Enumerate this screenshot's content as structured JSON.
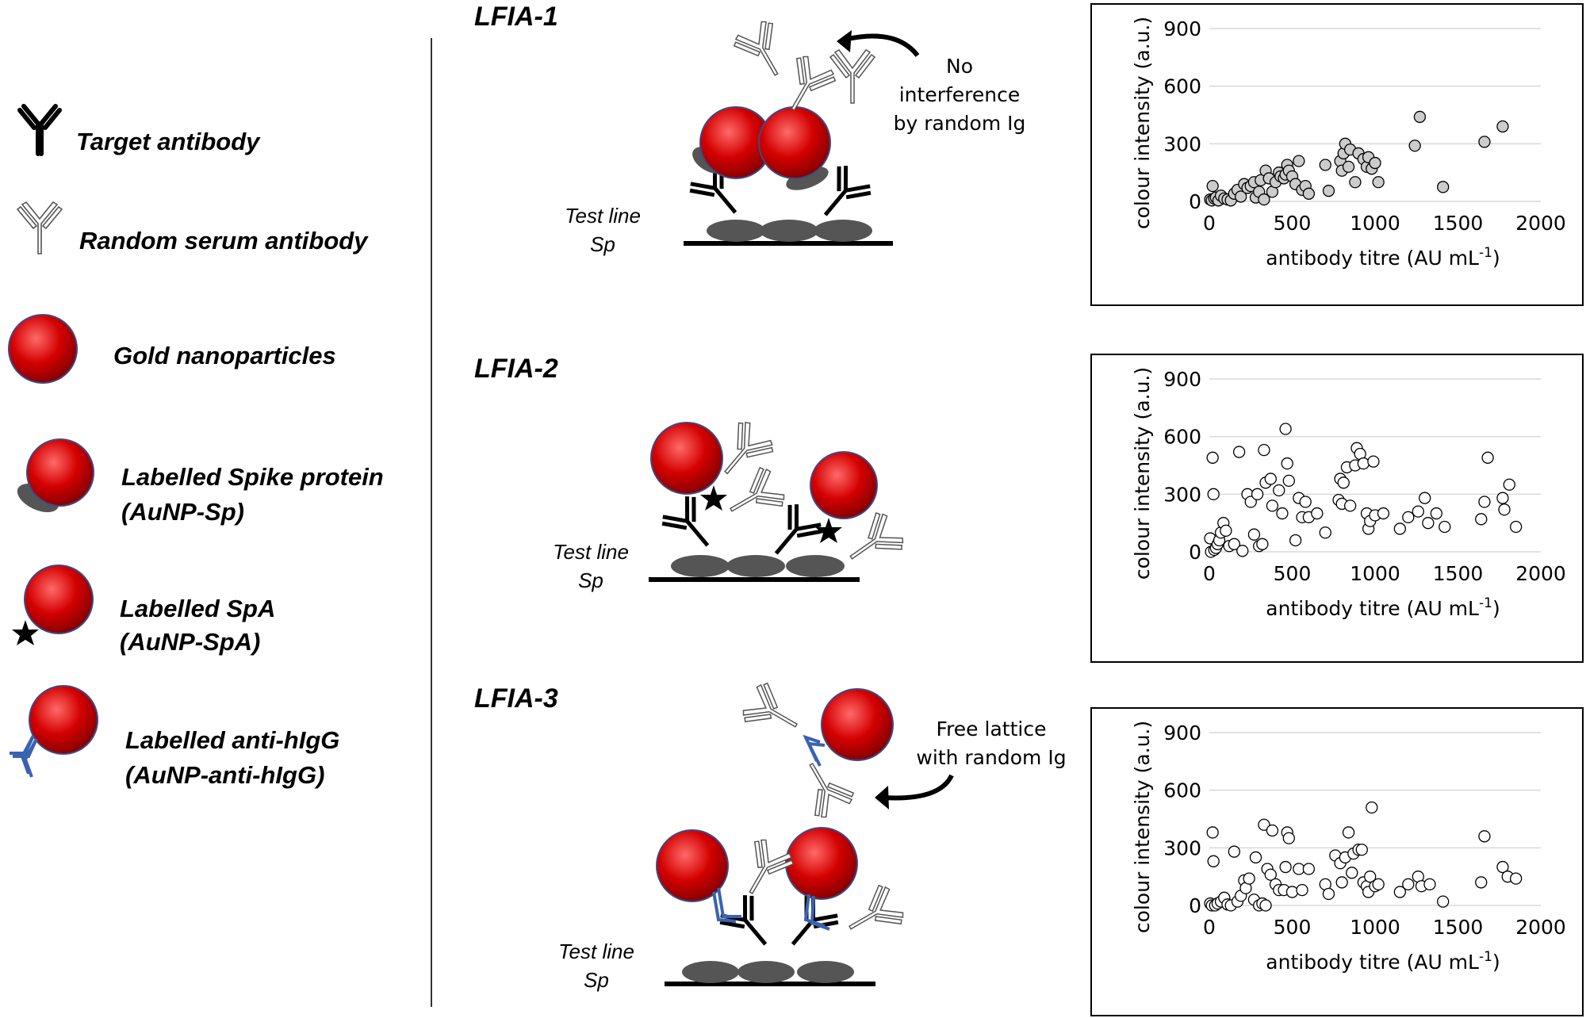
{
  "legend": {
    "items": [
      {
        "label": "Target antibody"
      },
      {
        "label": "Random serum antibody"
      },
      {
        "label": "Gold nanoparticles"
      },
      {
        "label": "Labelled Spike protein",
        "label2": "(AuNP-Sp)"
      },
      {
        "label": "Labelled SpA",
        "label2": "(AuNP-SpA)"
      },
      {
        "label": "Labelled anti-hIgG",
        "label2": "(AuNP-anti-hIgG)"
      }
    ]
  },
  "panels": [
    {
      "title": "LFIA-1",
      "testline": [
        "Test line",
        "Sp"
      ],
      "note": [
        "No",
        "interference",
        "by random Ig"
      ]
    },
    {
      "title": "LFIA-2",
      "testline": [
        "Test line",
        "Sp"
      ]
    },
    {
      "title": "LFIA-3",
      "testline": [
        "Test line",
        "Sp"
      ],
      "note": [
        "Free lattice",
        "with random Ig"
      ]
    }
  ],
  "colors": {
    "gold": "#cc0000",
    "gold_highlight": "#ff6a6a",
    "protein": "#555555",
    "anti_hIgG": "#3a62b0",
    "marker_lfia1": "#cccccc",
    "marker_other": "#ffffff"
  },
  "chart_data": [
    {
      "type": "scatter",
      "title": "",
      "xlabel": "antibody titre (AU mL",
      "xlabel_sup": "-1",
      "xlabel_end": ")",
      "ylabel": "colour intensity (a.u.)",
      "xlim": [
        0,
        2000
      ],
      "ylim": [
        0,
        900
      ],
      "xticks": [
        0,
        500,
        1000,
        1500,
        2000
      ],
      "yticks": [
        0,
        300,
        600,
        900
      ],
      "grid": true,
      "points": [
        [
          5,
          10
        ],
        [
          15,
          5
        ],
        [
          20,
          80
        ],
        [
          30,
          15
        ],
        [
          40,
          20
        ],
        [
          55,
          5
        ],
        [
          70,
          30
        ],
        [
          90,
          15
        ],
        [
          110,
          10
        ],
        [
          130,
          5
        ],
        [
          150,
          40
        ],
        [
          170,
          60
        ],
        [
          190,
          25
        ],
        [
          210,
          90
        ],
        [
          230,
          70
        ],
        [
          250,
          80
        ],
        [
          270,
          100
        ],
        [
          280,
          20
        ],
        [
          300,
          50
        ],
        [
          310,
          110
        ],
        [
          330,
          10
        ],
        [
          340,
          160
        ],
        [
          360,
          120
        ],
        [
          380,
          50
        ],
        [
          400,
          100
        ],
        [
          420,
          150
        ],
        [
          430,
          130
        ],
        [
          450,
          120
        ],
        [
          460,
          140
        ],
        [
          470,
          190
        ],
        [
          480,
          160
        ],
        [
          500,
          130
        ],
        [
          520,
          90
        ],
        [
          540,
          210
        ],
        [
          560,
          60
        ],
        [
          580,
          80
        ],
        [
          600,
          40
        ],
        [
          700,
          190
        ],
        [
          720,
          55
        ],
        [
          790,
          210
        ],
        [
          800,
          160
        ],
        [
          810,
          250
        ],
        [
          820,
          300
        ],
        [
          840,
          180
        ],
        [
          850,
          270
        ],
        [
          880,
          100
        ],
        [
          900,
          250
        ],
        [
          930,
          220
        ],
        [
          950,
          180
        ],
        [
          960,
          230
        ],
        [
          980,
          170
        ],
        [
          1000,
          200
        ],
        [
          1020,
          100
        ],
        [
          1240,
          290
        ],
        [
          1270,
          440
        ],
        [
          1410,
          75
        ],
        [
          1660,
          310
        ],
        [
          1770,
          390
        ]
      ]
    },
    {
      "type": "scatter",
      "title": "",
      "xlabel": "antibody titre (AU mL",
      "xlabel_sup": "-1",
      "xlabel_end": ")",
      "ylabel": "colour intensity (a.u.)",
      "xlim": [
        0,
        2000
      ],
      "ylim": [
        0,
        900
      ],
      "xticks": [
        0,
        500,
        1000,
        1500,
        2000
      ],
      "yticks": [
        0,
        300,
        600,
        900
      ],
      "grid": true,
      "points": [
        [
          5,
          70
        ],
        [
          10,
          0
        ],
        [
          20,
          490
        ],
        [
          25,
          300
        ],
        [
          30,
          10
        ],
        [
          40,
          20
        ],
        [
          50,
          40
        ],
        [
          60,
          60
        ],
        [
          70,
          100
        ],
        [
          85,
          150
        ],
        [
          100,
          110
        ],
        [
          120,
          30
        ],
        [
          150,
          40
        ],
        [
          180,
          520
        ],
        [
          200,
          5
        ],
        [
          230,
          300
        ],
        [
          250,
          260
        ],
        [
          270,
          90
        ],
        [
          290,
          300
        ],
        [
          300,
          30
        ],
        [
          320,
          40
        ],
        [
          330,
          530
        ],
        [
          340,
          360
        ],
        [
          370,
          380
        ],
        [
          380,
          240
        ],
        [
          420,
          320
        ],
        [
          440,
          200
        ],
        [
          460,
          640
        ],
        [
          470,
          460
        ],
        [
          480,
          370
        ],
        [
          520,
          60
        ],
        [
          540,
          280
        ],
        [
          560,
          180
        ],
        [
          580,
          260
        ],
        [
          600,
          180
        ],
        [
          650,
          200
        ],
        [
          700,
          100
        ],
        [
          780,
          270
        ],
        [
          790,
          380
        ],
        [
          800,
          250
        ],
        [
          810,
          360
        ],
        [
          830,
          440
        ],
        [
          850,
          240
        ],
        [
          880,
          450
        ],
        [
          890,
          540
        ],
        [
          910,
          510
        ],
        [
          930,
          460
        ],
        [
          950,
          200
        ],
        [
          960,
          120
        ],
        [
          970,
          160
        ],
        [
          990,
          470
        ],
        [
          1000,
          190
        ],
        [
          1050,
          200
        ],
        [
          1150,
          120
        ],
        [
          1200,
          180
        ],
        [
          1260,
          210
        ],
        [
          1300,
          280
        ],
        [
          1320,
          150
        ],
        [
          1370,
          200
        ],
        [
          1420,
          130
        ],
        [
          1640,
          170
        ],
        [
          1660,
          260
        ],
        [
          1680,
          490
        ],
        [
          1770,
          280
        ],
        [
          1780,
          220
        ],
        [
          1810,
          350
        ],
        [
          1850,
          130
        ]
      ]
    },
    {
      "type": "scatter",
      "title": "",
      "xlabel": "antibody titre (AU mL",
      "xlabel_sup": "-1",
      "xlabel_end": ")",
      "ylabel": "colour intensity (a.u.)",
      "xlim": [
        0,
        2000
      ],
      "ylim": [
        0,
        900
      ],
      "xticks": [
        0,
        500,
        1000,
        1500,
        2000
      ],
      "yticks": [
        0,
        300,
        600,
        900
      ],
      "grid": true,
      "points": [
        [
          5,
          10
        ],
        [
          15,
          0
        ],
        [
          20,
          380
        ],
        [
          25,
          230
        ],
        [
          35,
          0
        ],
        [
          50,
          10
        ],
        [
          70,
          20
        ],
        [
          90,
          40
        ],
        [
          110,
          5
        ],
        [
          130,
          0
        ],
        [
          150,
          280
        ],
        [
          170,
          20
        ],
        [
          190,
          50
        ],
        [
          210,
          130
        ],
        [
          220,
          90
        ],
        [
          240,
          140
        ],
        [
          270,
          30
        ],
        [
          280,
          250
        ],
        [
          300,
          0
        ],
        [
          320,
          10
        ],
        [
          330,
          420
        ],
        [
          340,
          0
        ],
        [
          350,
          190
        ],
        [
          370,
          160
        ],
        [
          380,
          390
        ],
        [
          400,
          110
        ],
        [
          420,
          80
        ],
        [
          450,
          80
        ],
        [
          460,
          200
        ],
        [
          470,
          380
        ],
        [
          480,
          350
        ],
        [
          500,
          70
        ],
        [
          540,
          190
        ],
        [
          560,
          80
        ],
        [
          600,
          190
        ],
        [
          700,
          110
        ],
        [
          720,
          60
        ],
        [
          760,
          260
        ],
        [
          790,
          220
        ],
        [
          800,
          120
        ],
        [
          820,
          250
        ],
        [
          840,
          380
        ],
        [
          860,
          170
        ],
        [
          870,
          270
        ],
        [
          900,
          290
        ],
        [
          920,
          290
        ],
        [
          930,
          120
        ],
        [
          950,
          100
        ],
        [
          960,
          70
        ],
        [
          970,
          150
        ],
        [
          980,
          510
        ],
        [
          1000,
          100
        ],
        [
          1020,
          110
        ],
        [
          1150,
          70
        ],
        [
          1200,
          110
        ],
        [
          1260,
          150
        ],
        [
          1280,
          100
        ],
        [
          1330,
          110
        ],
        [
          1410,
          20
        ],
        [
          1640,
          120
        ],
        [
          1660,
          360
        ],
        [
          1770,
          200
        ],
        [
          1800,
          150
        ],
        [
          1850,
          140
        ]
      ]
    }
  ]
}
